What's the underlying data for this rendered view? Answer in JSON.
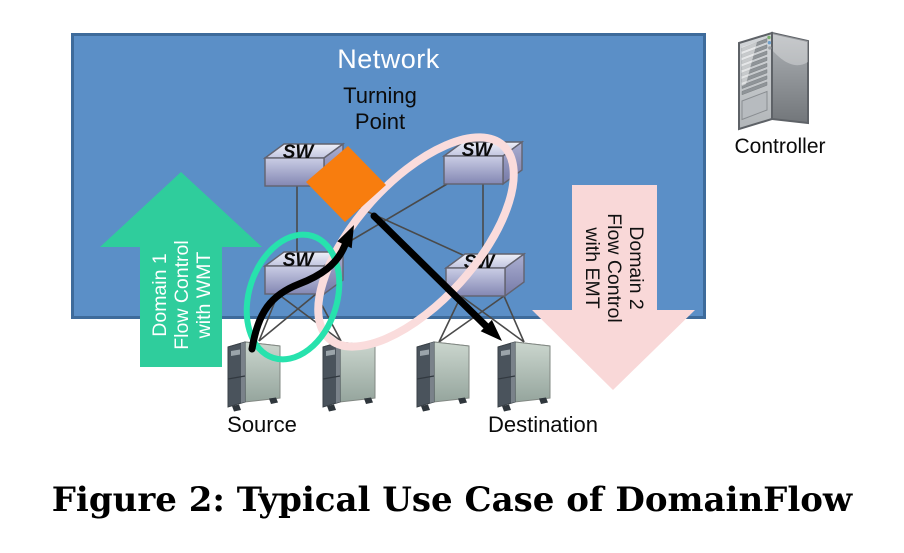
{
  "figure": {
    "network_label": "Network",
    "turning_point": {
      "line1": "Turning",
      "line2": "Point"
    },
    "switch_label": "SW",
    "domain1_arrow": {
      "line1": "Domain 1",
      "line2": "Flow Control",
      "line3": "with WMT"
    },
    "domain2_arrow": {
      "line1": "Domain 2",
      "line2": "Flow Control",
      "line3": "with EMT"
    },
    "source_label": "Source",
    "destination_label": "Destination",
    "controller_label": "Controller",
    "caption": "Figure 2: Typical Use Case of DomainFlow"
  },
  "icons": {
    "switch": "3d-box-icon",
    "server": "tower-server-icon",
    "controller": "rack-tower-icon",
    "turning_point": "orange-diamond",
    "domain1": "up-block-arrow",
    "domain2": "down-block-arrow"
  },
  "colors": {
    "network_fill": "#5B8FC7",
    "network_border": "#3E6B9B",
    "domain1_green": "#2FCD9C",
    "domain1_ellipse": "#27E2AD",
    "domain2_pink": "#F9D8D8",
    "flow_ellipse_pink": "#FADCDC",
    "turning_point_orange": "#F87D0E",
    "flow_arrow_black": "#000000",
    "link_line": "#4A4A4A"
  }
}
